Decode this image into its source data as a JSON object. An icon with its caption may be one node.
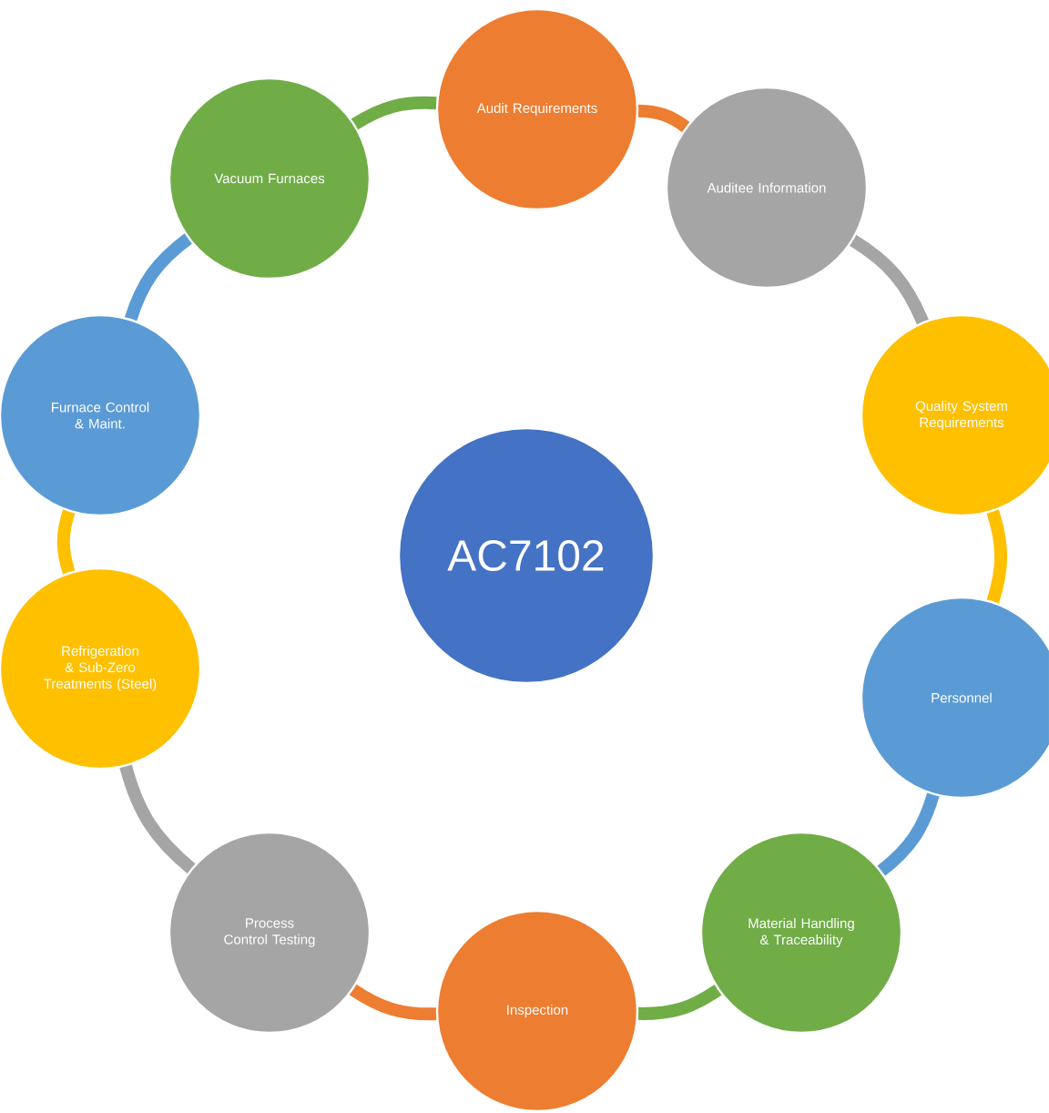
{
  "diagram": {
    "nodes": [
      {
        "text": [
          "Audit Requirements"
        ]
      },
      {
        "text": [
          "Auditee Information"
        ]
      },
      {
        "text": [
          "Quality System Requirements"
        ]
      },
      {
        "text": [
          "Personnel"
        ]
      },
      {
        "text": [
          "Material Handling & Traceability"
        ]
      },
      {
        "text": [
          "Inspection"
        ]
      },
      {
        "text": [
          "Process Control Testing"
        ]
      },
      {
        "text": [
          "Refrigeration & Sub-Zero Treatments (Steel)"
        ]
      },
      {
        "text": [
          "Furnace Control & Maint."
        ]
      },
      {
        "text": [
          "Vacuum Furnaces"
        ]
      },
      {
        "text": [
          "AC7102"
        ]
      }
    ],
    "edges": [
      {
        "from": 0,
        "to": 1,
        "arrow": "none",
        "color": "#ed7d31"
      },
      {
        "from": 1,
        "to": 2,
        "arrow": "none",
        "color": "#a5a5a5"
      },
      {
        "from": 2,
        "to": 3,
        "arrow": "none",
        "color": "#ffc000"
      },
      {
        "from": 3,
        "to": 4,
        "arrow": "none",
        "color": "#5b9bd5"
      },
      {
        "from": 4,
        "to": 5,
        "arrow": "none",
        "color": "#70ad47"
      },
      {
        "from": 5,
        "to": 6,
        "arrow": "none",
        "color": "#ed7d31"
      },
      {
        "from": 6,
        "to": 7,
        "arrow": "none",
        "color": "#a5a5a5"
      },
      {
        "from": 7,
        "to": 8,
        "arrow": "none",
        "color": "#ffc000"
      },
      {
        "from": 8,
        "to": 9,
        "arrow": "none",
        "color": "#5b9bd5"
      },
      {
        "from": 9,
        "to": 0,
        "arrow": "none",
        "color": "#70ad47"
      }
    ]
  }
}
